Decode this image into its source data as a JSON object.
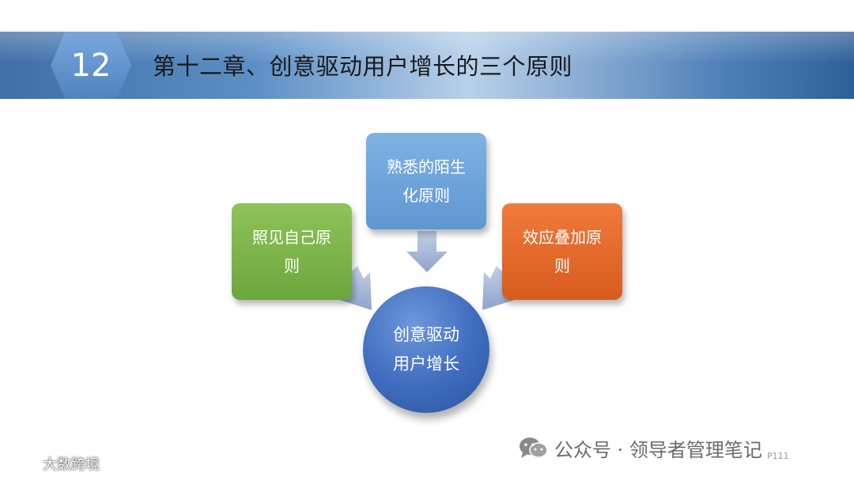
{
  "header": {
    "chapter_number": "12",
    "title": "第十二章、创意驱动用户增长的三个原则"
  },
  "diagram": {
    "top_box": {
      "line1": "熟悉的陌生",
      "line2": "化原则",
      "color": "#5f97d2"
    },
    "left_box": {
      "line1": "照见自己原",
      "line2": "则",
      "color": "#6ca63c"
    },
    "right_box": {
      "line1": "效应叠加原",
      "line2": "则",
      "color": "#d85b1e"
    },
    "center": {
      "line1": "创意驱动",
      "line2": "用户增长",
      "color": "#3e6bbd"
    },
    "arrow_color": "#a7b7d8"
  },
  "footer": {
    "watermark": "公众号 · 领导者管理笔记",
    "page_label": "P111",
    "brand": "大数跨境"
  }
}
